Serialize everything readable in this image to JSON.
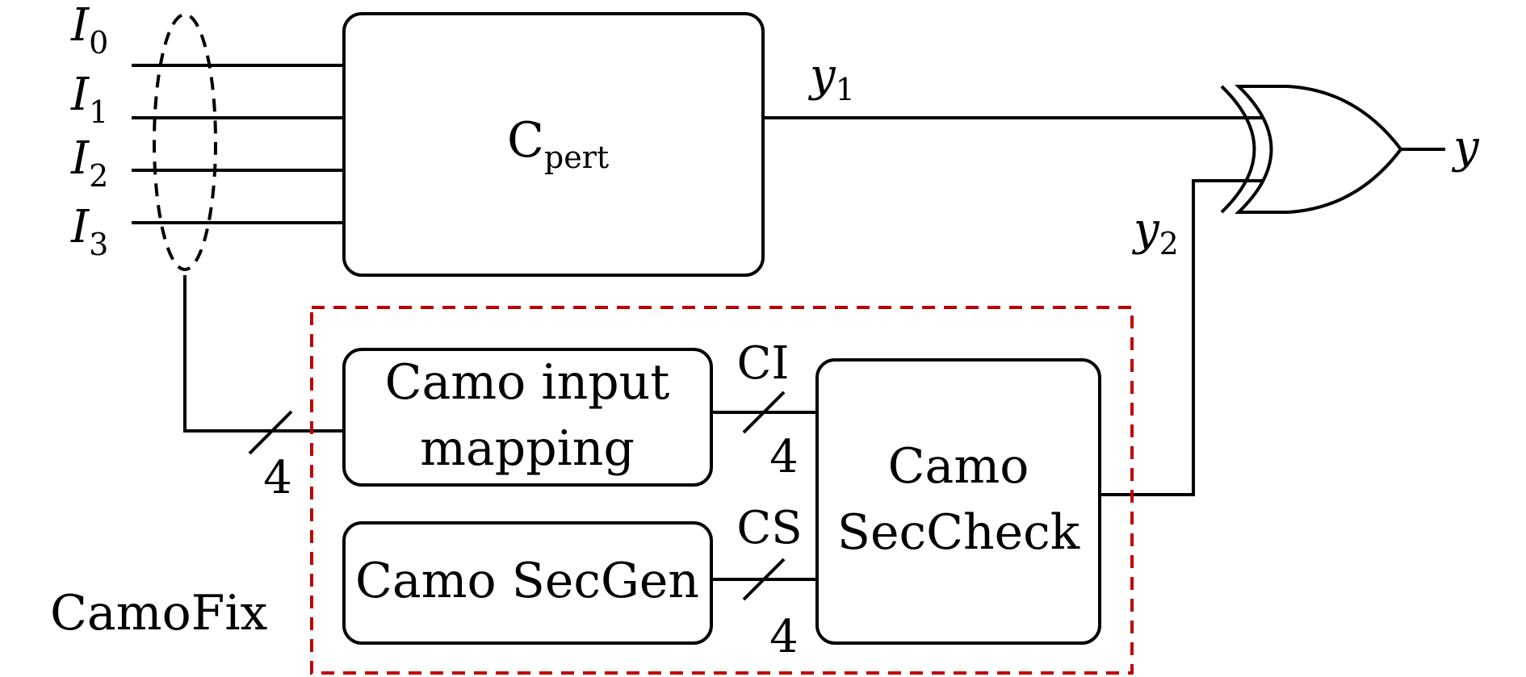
{
  "inputs": [
    {
      "name": "I",
      "sub": "0"
    },
    {
      "name": "I",
      "sub": "1"
    },
    {
      "name": "I",
      "sub": "2"
    },
    {
      "name": "I",
      "sub": "3"
    }
  ],
  "cpert": {
    "main": "C",
    "sub": "pert"
  },
  "outputs": {
    "y1": {
      "name": "y",
      "sub": "1"
    },
    "y2": {
      "name": "y",
      "sub": "2"
    },
    "y": "y"
  },
  "camo_input_mapping": {
    "line1": "Camo input",
    "line2": "mapping"
  },
  "camo_secgen": "Camo SecGen",
  "camo_seccheck": {
    "line1": "Camo",
    "line2": "SecCheck"
  },
  "bus_widths": {
    "input_bus": "4",
    "ci": "4",
    "cs": "4"
  },
  "signals": {
    "ci": "CI",
    "cs": "CS"
  },
  "camofix_label": "CamoFix",
  "colors": {
    "dashed_frame": "#c00000",
    "stroke": "#000000"
  }
}
